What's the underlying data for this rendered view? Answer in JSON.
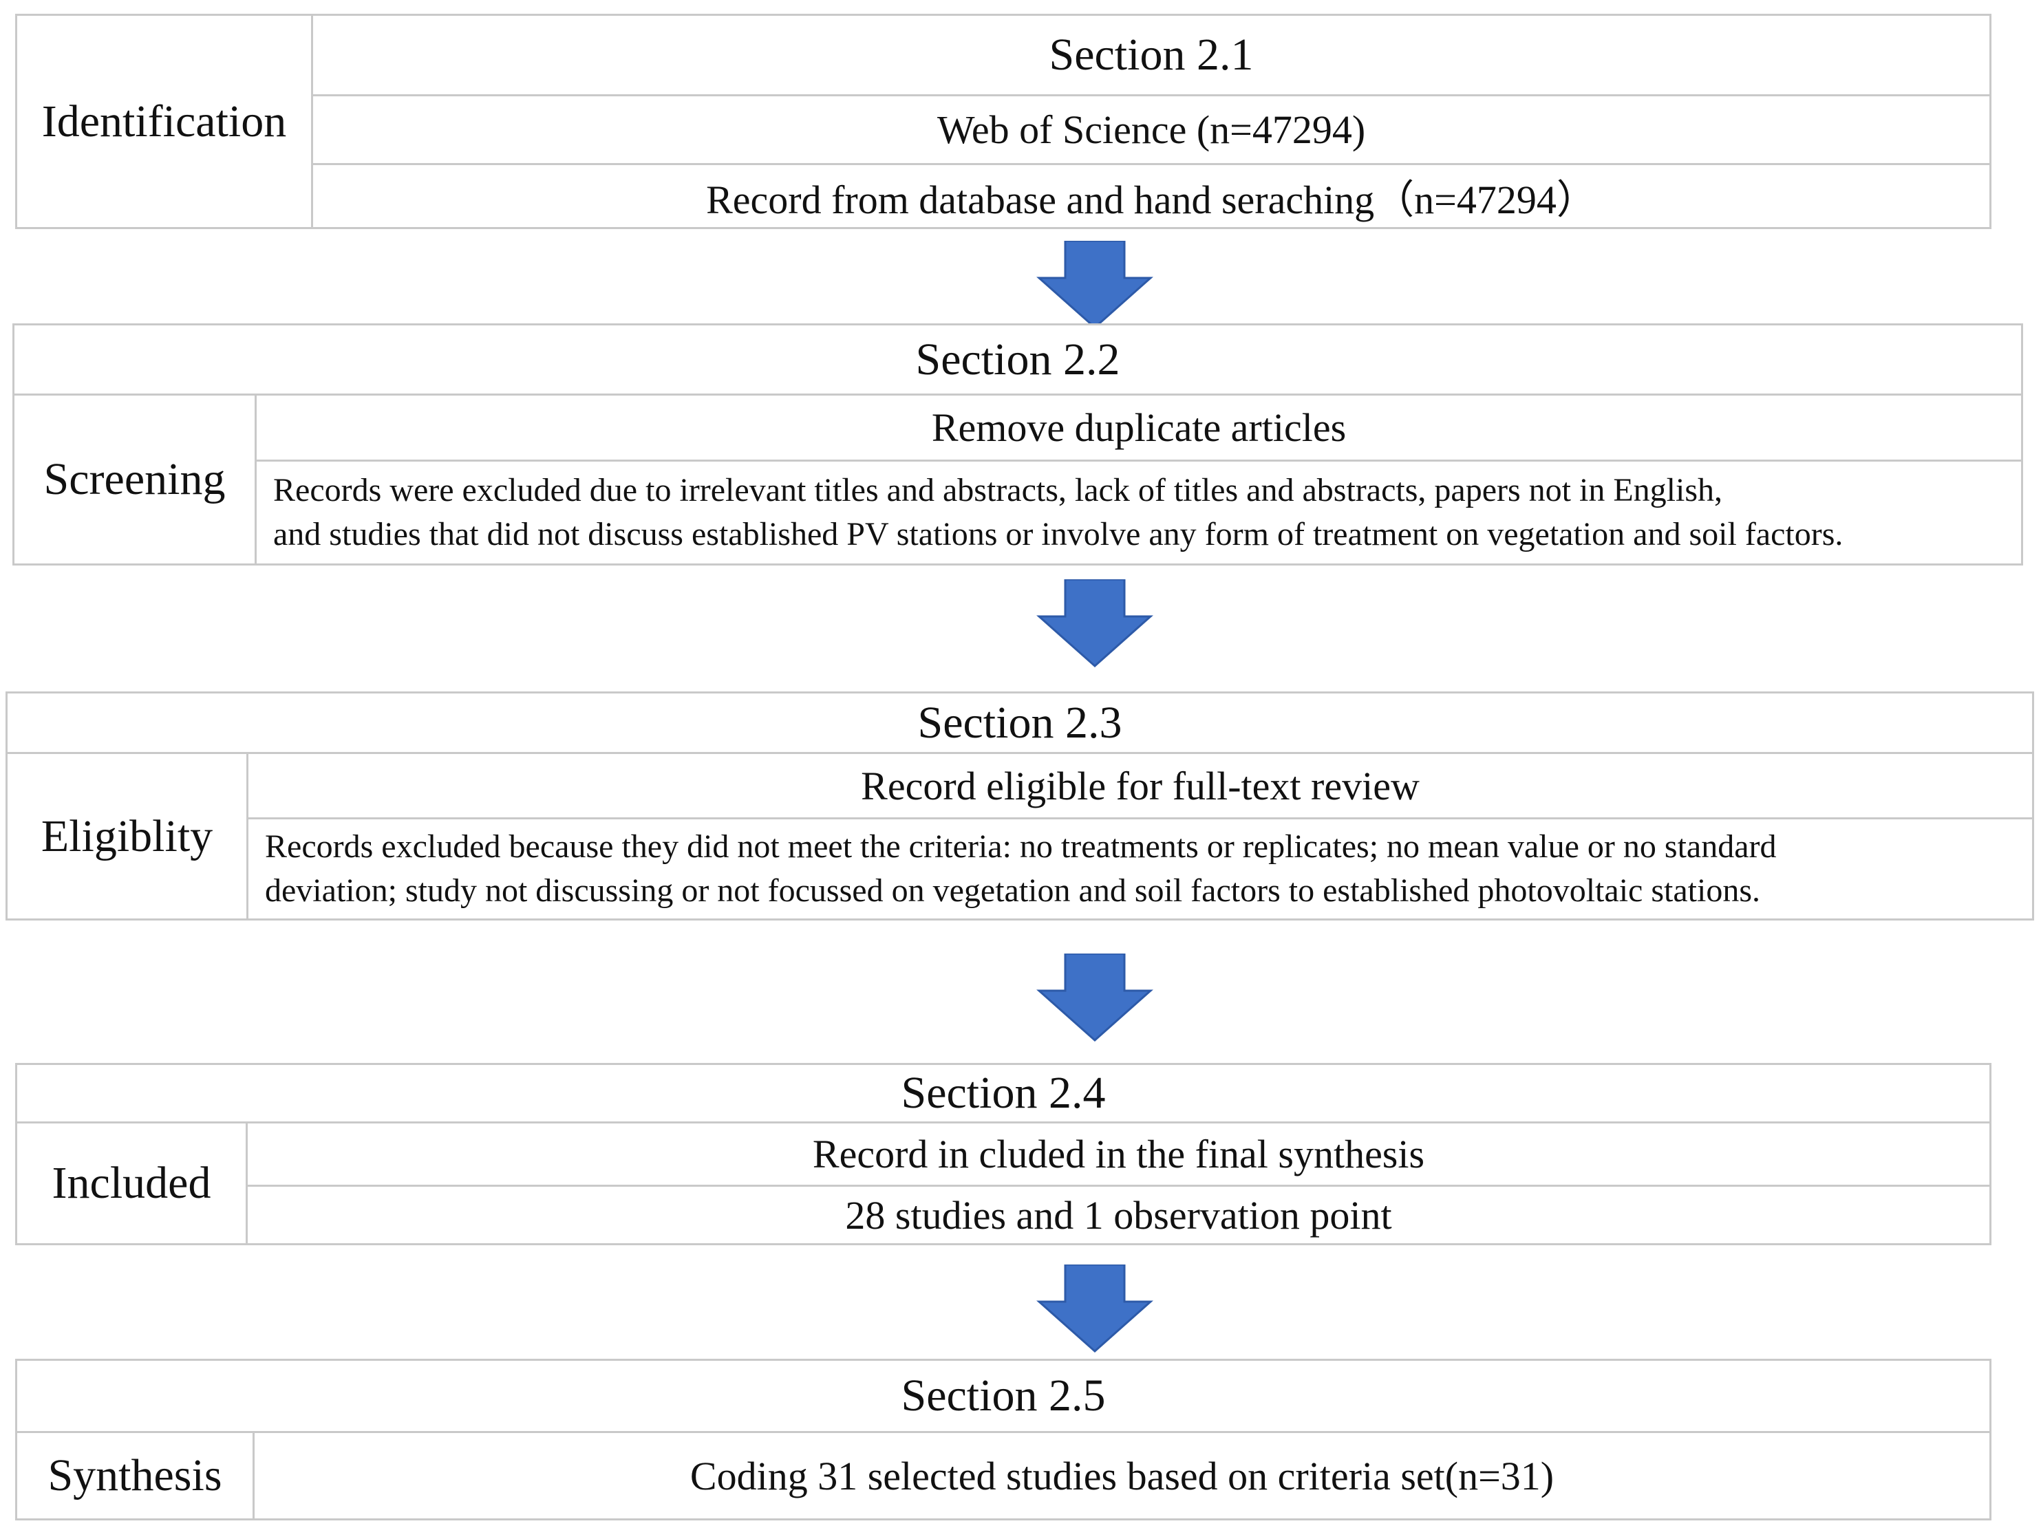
{
  "colors": {
    "arrow": "#3e71c7",
    "border": "#c9c9c9"
  },
  "stages": [
    {
      "label": "Identification",
      "section": "Section 2.1",
      "rows": [
        "Web of Science (n=47294)",
        "Record from database and hand seraching（n=47294）"
      ]
    },
    {
      "label": "Screening",
      "section": "Section 2.2",
      "rows": [
        "Remove duplicate articles"
      ],
      "paragraph": [
        "Records were excluded due to irrelevant titles and abstracts, lack of titles and abstracts, papers not in English,",
        "and studies that did not discuss established PV stations or involve any form of treatment on vegetation and soil factors."
      ]
    },
    {
      "label": "Eligiblity",
      "section": "Section 2.3",
      "rows": [
        "Record eligible for full-text review"
      ],
      "paragraph": [
        "Records excluded because they did not meet the criteria: no treatments or replicates; no mean value or no standard",
        "deviation; study not discussing or not focussed on  vegetation and soil factors to established photovoltaic stations."
      ]
    },
    {
      "label": "Included",
      "section": "Section 2.4",
      "rows": [
        "Record in cluded in the final synthesis",
        "28 studies and 1 observation point"
      ]
    },
    {
      "label": "Synthesis",
      "section": "Section 2.5",
      "rows": [
        "Coding 31 selected studies based on criteria set(n=31)"
      ]
    }
  ],
  "arrows": [
    {
      "icon": "down-arrow-icon"
    },
    {
      "icon": "down-arrow-icon"
    },
    {
      "icon": "down-arrow-icon"
    },
    {
      "icon": "down-arrow-icon"
    }
  ]
}
